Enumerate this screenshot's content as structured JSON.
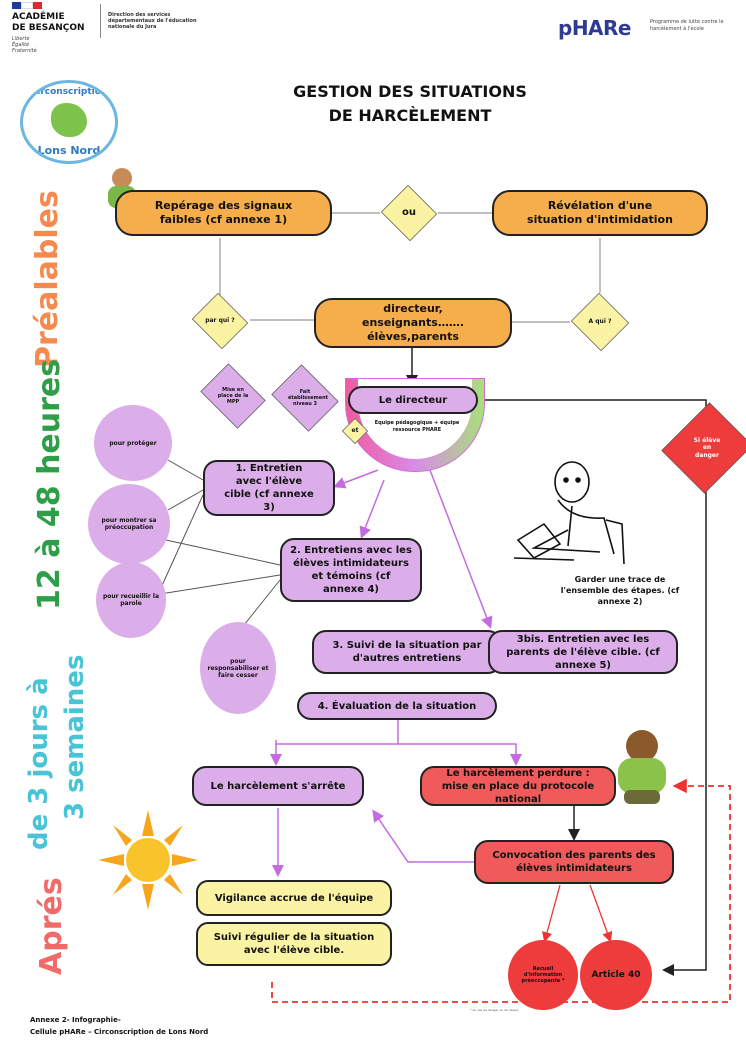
{
  "header": {
    "academie_line1": "ACADÉMIE",
    "academie_line2": "DE BESANÇON",
    "devise": [
      "Liberté",
      "Égalité",
      "Fraternité"
    ],
    "direction": "Direction des services départementaux de l'éducation nationale du Jura",
    "phare_logo": "pHARe",
    "phare_tagline": "Programme de lutte contre le harcèlement à l'école",
    "circo_line1": "Circonscription",
    "circo_line2": "Lons Nord"
  },
  "title": {
    "line1": "GESTION DES SITUATIONS",
    "line2": "DE HARCÈLEMENT"
  },
  "side_labels": {
    "prealables": "Préalables",
    "heures": "12 à 48 heures",
    "jours_line1": "de 3 jours à",
    "jours_line2": "3 semaines",
    "apres": "Aprés"
  },
  "nodes": {
    "reperage": "Repérage des signaux faibles (cf annexe 1)",
    "ou": "ou",
    "revelation": "Révélation d'une situation d'intimidation",
    "par_qui": "par qui ?",
    "a_qui": "A qui ?",
    "acteurs": "directeur, enseignants……. élèves,parents",
    "mise_en_place": "Mise en place de la MPP",
    "fait_etablissement": "Fait établissement niveau 3",
    "directeur": "Le directeur",
    "et": "et",
    "equipe": "Equipe pédagogique + équipe ressource PHARE",
    "si_eleve_danger": "Si élève en danger",
    "entretien_cible": "1.    Entretien avec l'élève cible (cf annexe 3)",
    "entretiens_intimidateurs": "2. Entretiens avec les élèves intimidateurs et témoins (cf annexe 4)",
    "suivi": "3. Suivi de la situation par d'autres entretiens",
    "entretien_parents": "3bis. Entretien avec les parents de l'élève cible. (cf annexe 5)",
    "garder_trace": "Garder une trace de l'ensemble des étapes. (cf annexe 2)",
    "evaluation": "4. Évaluation de la situation",
    "harcelement_arrete": "Le harcèlement s'arrête",
    "harcelement_perdure": "Le harcèlement perdure : mise en place du protocole national",
    "convocation": "Convocation des parents des élèves intimidateurs",
    "vigilance": "Vigilance accrue de l'équipe",
    "suivi_regulier": "Suivi régulier de la situation avec l'élève cible.",
    "recueil": "Recueil d'information préoccupante *",
    "article40": "Article 40",
    "footnote_small": "* en cas de danger ou de risque"
  },
  "purpose_circles": {
    "proteger": "pour protéger",
    "montrer": "pour montrer sa préoccupation",
    "recueillir": "pour recueillir la parole",
    "responsabiliser": "pour responsabiliser et faire cesser"
  },
  "footer": {
    "line1": "Annexe 2- Infographie-",
    "line2": "Cellule pHARe – Circonscription de Lons Nord"
  },
  "colors": {
    "orange": "#f6ad4b",
    "purple": "#dcaee9",
    "red": "#f15a5a",
    "yellow": "#fbf3a4",
    "diamond_yellow": "#fbf3a4",
    "diamond_purple": "#dcaee9",
    "diamond_red": "#ee3b3b",
    "label_orange": "#f48a4e",
    "label_green": "#2e9e48",
    "label_cyan": "#49c3d6",
    "label_salmon": "#f06a6a"
  }
}
